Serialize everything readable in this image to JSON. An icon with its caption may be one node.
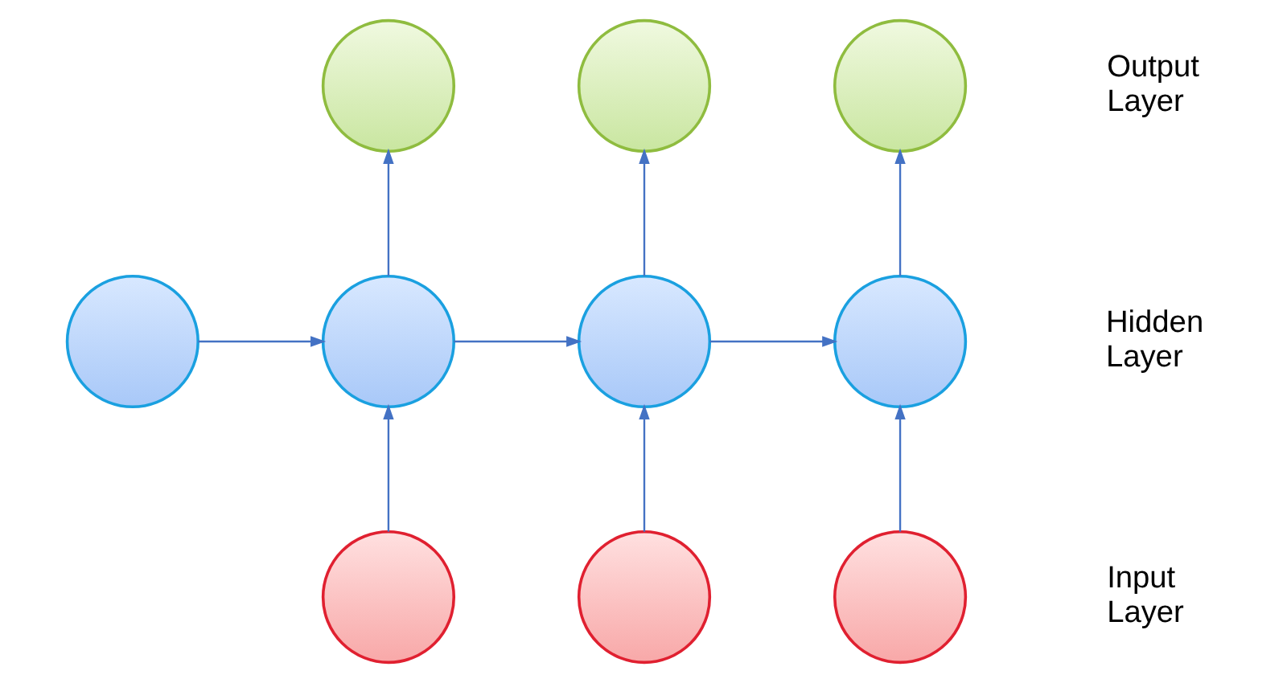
{
  "diagram": {
    "nodes": [
      {
        "text": [],
        "shape": "circle"
      },
      {
        "text": [],
        "shape": "circle"
      },
      {
        "text": [],
        "shape": "circle"
      },
      {
        "text": [],
        "shape": "circle"
      },
      {
        "text": [],
        "shape": "circle"
      },
      {
        "text": [],
        "shape": "circle"
      },
      {
        "text": [],
        "shape": "circle"
      },
      {
        "text": [],
        "shape": "circle"
      },
      {
        "text": [],
        "shape": "circle"
      },
      {
        "text": [],
        "shape": "circle"
      }
    ],
    "edges": [
      {
        "from": 3,
        "to": 4,
        "arrow": "to"
      },
      {
        "from": 4,
        "to": 5,
        "arrow": "to"
      },
      {
        "from": 5,
        "to": 6,
        "arrow": "to"
      },
      {
        "from": 7,
        "to": 4,
        "arrow": "to"
      },
      {
        "from": 8,
        "to": 5,
        "arrow": "to"
      },
      {
        "from": 9,
        "to": 6,
        "arrow": "to"
      },
      {
        "from": 4,
        "to": 0,
        "arrow": "to"
      },
      {
        "from": 5,
        "to": 1,
        "arrow": "to"
      },
      {
        "from": 6,
        "to": 2,
        "arrow": "to"
      }
    ],
    "labels": [
      "Output Layer",
      "Hidden Layer",
      "Input Layer"
    ]
  }
}
